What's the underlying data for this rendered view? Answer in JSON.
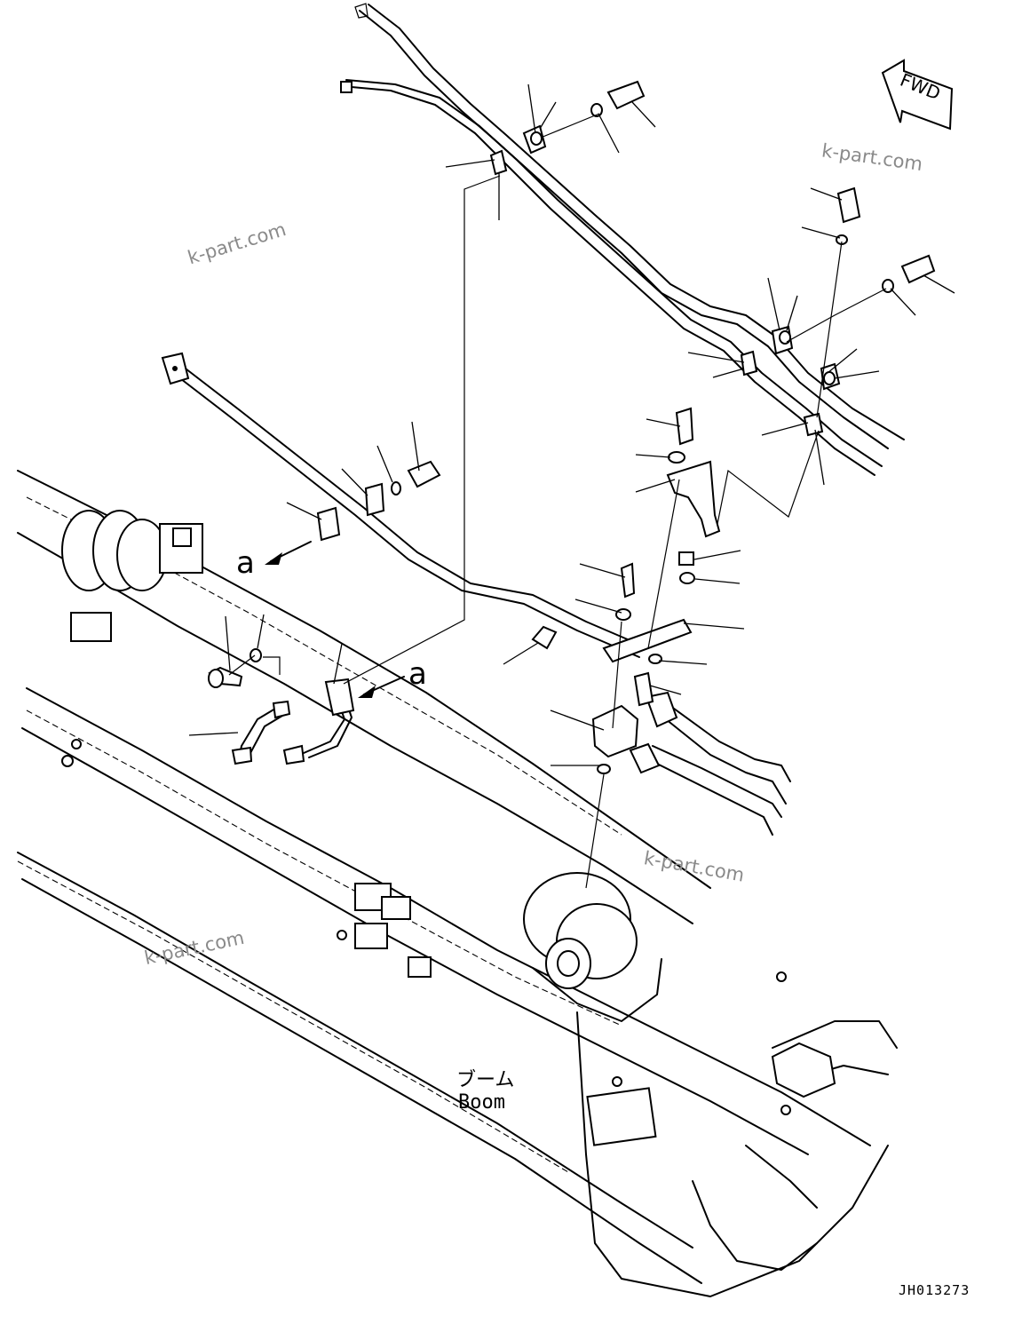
{
  "watermark": "k-part.com",
  "direction_label": "FWD",
  "view_label": "a",
  "boom_label_jp": "ブーム",
  "boom_label_en": "Boom",
  "drawing_code": "JH013273"
}
